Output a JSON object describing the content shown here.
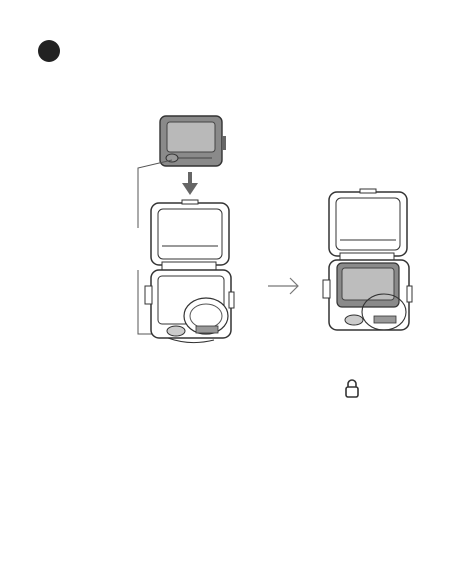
{
  "step_marker": {
    "icon": "filled-circle-step-marker",
    "color": "#222222"
  },
  "illustrations": {
    "left": "camera-inserted-into-open-dive-case-illustration",
    "right": "camera-seated-in-dive-case-illustration",
    "insert_arrow": "down-arrow-icon",
    "transition_arrow": "right-arrow-icon"
  },
  "lock": {
    "icon": "lock-icon"
  },
  "colors": {
    "line": "#333333",
    "fill_dark": "#7f7f7f",
    "fill_light": "#bdbdbd"
  }
}
